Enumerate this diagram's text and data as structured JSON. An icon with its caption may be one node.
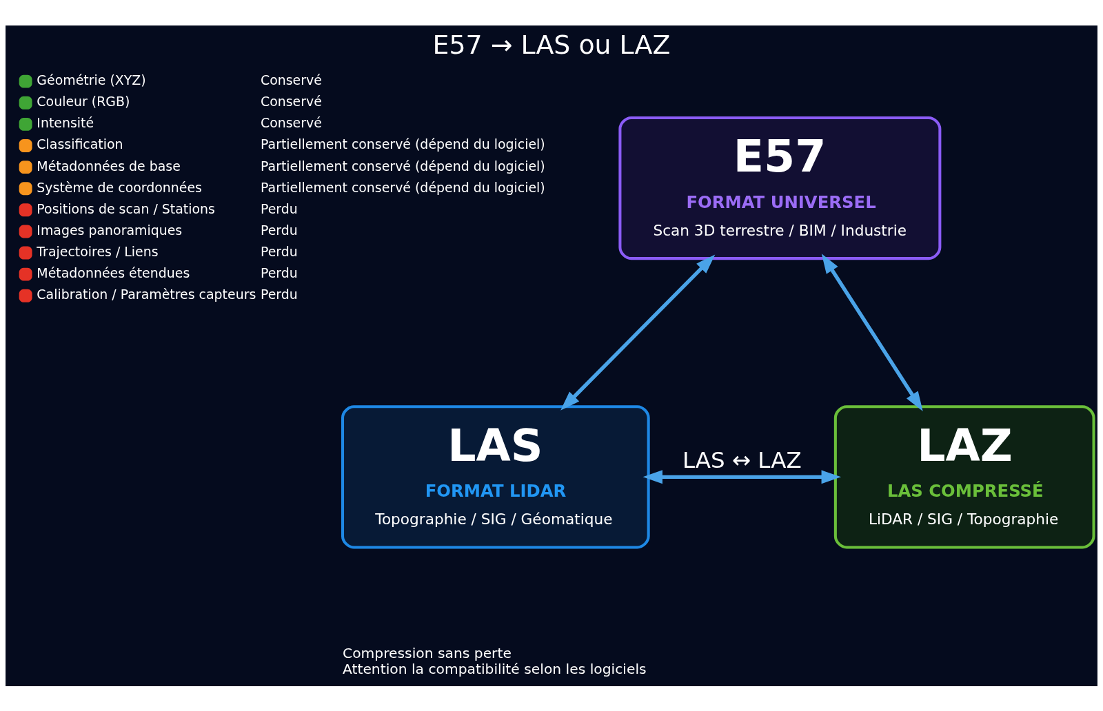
{
  "diagram": {
    "title": "E57 → LAS ou LAZ",
    "nodes": [
      {
        "text": [
          "E57",
          "FORMAT UNIVERSEL",
          "Scan 3D terrestre / BIM / Industrie"
        ]
      },
      {
        "text": [
          "LAS",
          "FORMAT LIDAR",
          "Topographie / SIG / Géomatique"
        ]
      },
      {
        "text": [
          "LAZ",
          "LAS COMPRESSÉ",
          "LiDAR / SIG / Topographie"
        ]
      }
    ],
    "edges": [
      {
        "from": 0,
        "to": 1,
        "arrow": "both"
      },
      {
        "from": 0,
        "to": 2,
        "arrow": "both"
      },
      {
        "from": 1,
        "to": 2,
        "arrow": "both",
        "label": "LAS ↔ LAZ"
      }
    ],
    "labels": [
      "Conservé",
      "Conservé",
      "Conservé",
      "Partiellement conservé (dépend du logiciel)",
      "Partiellement conservé (dépend du logiciel)",
      "Partiellement conservé (dépend du logiciel)",
      "Perdu",
      "Perdu",
      "Perdu",
      "Perdu",
      "Perdu",
      "Compression sans perte",
      "Attention la compatibilité selon les logiciels"
    ],
    "legend": [
      {
        "text": "Géométrie (XYZ)",
        "color": "#3fa535"
      },
      {
        "text": "Couleur (RGB)",
        "color": "#3fa535"
      },
      {
        "text": "Intensité",
        "color": "#3fa535"
      },
      {
        "text": "Classification",
        "color": "#f7941d"
      },
      {
        "text": "Métadonnées de base",
        "color": "#f7941d"
      },
      {
        "text": "Système de coordonnées",
        "color": "#f7941d"
      },
      {
        "text": "Positions de scan / Stations",
        "color": "#e53226"
      },
      {
        "text": "Images panoramiques",
        "color": "#e53226"
      },
      {
        "text": "Trajectoires / Liens",
        "color": "#e53226"
      },
      {
        "text": "Métadonnées étendues",
        "color": "#e53226"
      },
      {
        "text": "Calibration / Paramètres capteurs",
        "color": "#e53226"
      }
    ]
  }
}
